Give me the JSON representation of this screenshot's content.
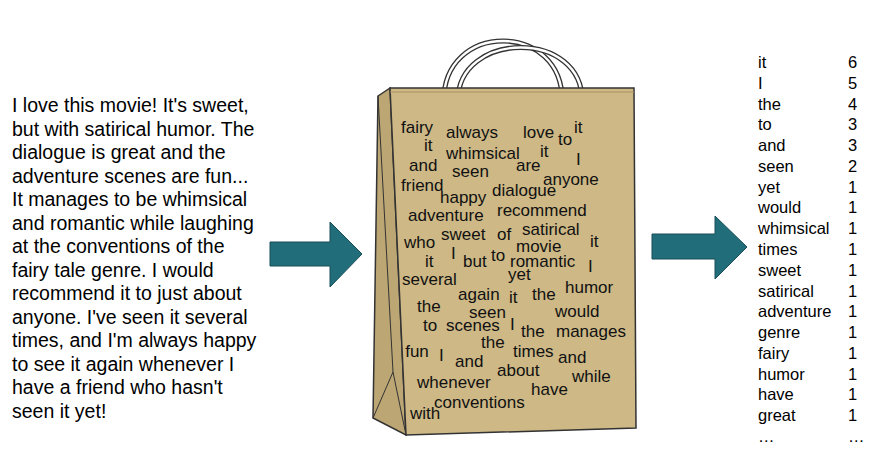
{
  "diagram": {
    "nodes": [
      {
        "text": [
          "fairy",
          "always",
          "love",
          "to",
          "it",
          "it",
          "whimsical",
          "it",
          "I",
          "and",
          "seen",
          "are",
          "anyone",
          "friend",
          "happy",
          "dialogue",
          "adventure",
          "recommend",
          "sweet",
          "of",
          "satirical",
          "who",
          "movie",
          "it",
          "I",
          "but",
          "to",
          "romantic",
          "I",
          "it",
          "several",
          "yet",
          "humor",
          "again",
          "the",
          "it",
          "the",
          "seen",
          "would",
          "to",
          "scenes",
          "I",
          "the",
          "manages",
          "the",
          "fun",
          "I",
          "and",
          "times",
          "and",
          "about",
          "while",
          "whenever",
          "have",
          "conventions",
          "with"
        ]
      }
    ],
    "labels": [
      "I love this movie! It's sweet, but with satirical humor. The dialogue is great and the adventure scenes are fun... It manages to be whimsical and romantic while laughing at the conventions of the fairy tale genre. I would recommend it to just about anyone. I've seen it several times, and I'm always happy to see it again whenever I have a friend who hasn't seen it yet!",
      "it",
      "6",
      "I",
      "5",
      "the",
      "4",
      "to",
      "3",
      "and",
      "3",
      "seen",
      "2",
      "yet",
      "1",
      "would",
      "1",
      "whimsical",
      "1",
      "times",
      "1",
      "sweet",
      "1",
      "satirical",
      "1",
      "adventure",
      "1",
      "genre",
      "1",
      "fairy",
      "1",
      "humor",
      "1",
      "have",
      "1",
      "great",
      "1",
      "…",
      "…"
    ]
  }
}
